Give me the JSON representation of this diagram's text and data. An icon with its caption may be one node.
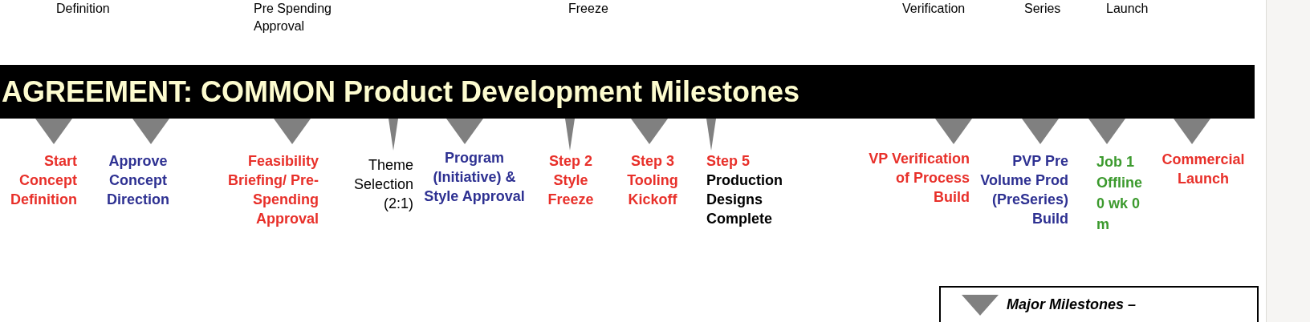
{
  "diagram": {
    "title": "AGREEMENT: COMMON Product Development Milestones",
    "labels": [
      "Definition",
      "Pre Spending Approval",
      "Freeze",
      "Verification",
      "Series",
      "Launch",
      "Start Concept Definition",
      "Approve Concept Direction",
      "Feasibility Briefing/ Pre-Spending Approval",
      "Theme Selection (2:1)",
      "Program (Initiative) & Style Approval",
      "Step 2 Style Freeze",
      "Step 3 Tooling Kickoff",
      "Step 5",
      "Production Designs Complete",
      "VP Verification of Process Build",
      "PVP Pre Volume Prod (PreSeries) Build",
      "Job 1 Offline 0 wk 0 m",
      "Commercial Launch"
    ],
    "legend": [
      {
        "text": "Major Milestones –"
      }
    ]
  }
}
